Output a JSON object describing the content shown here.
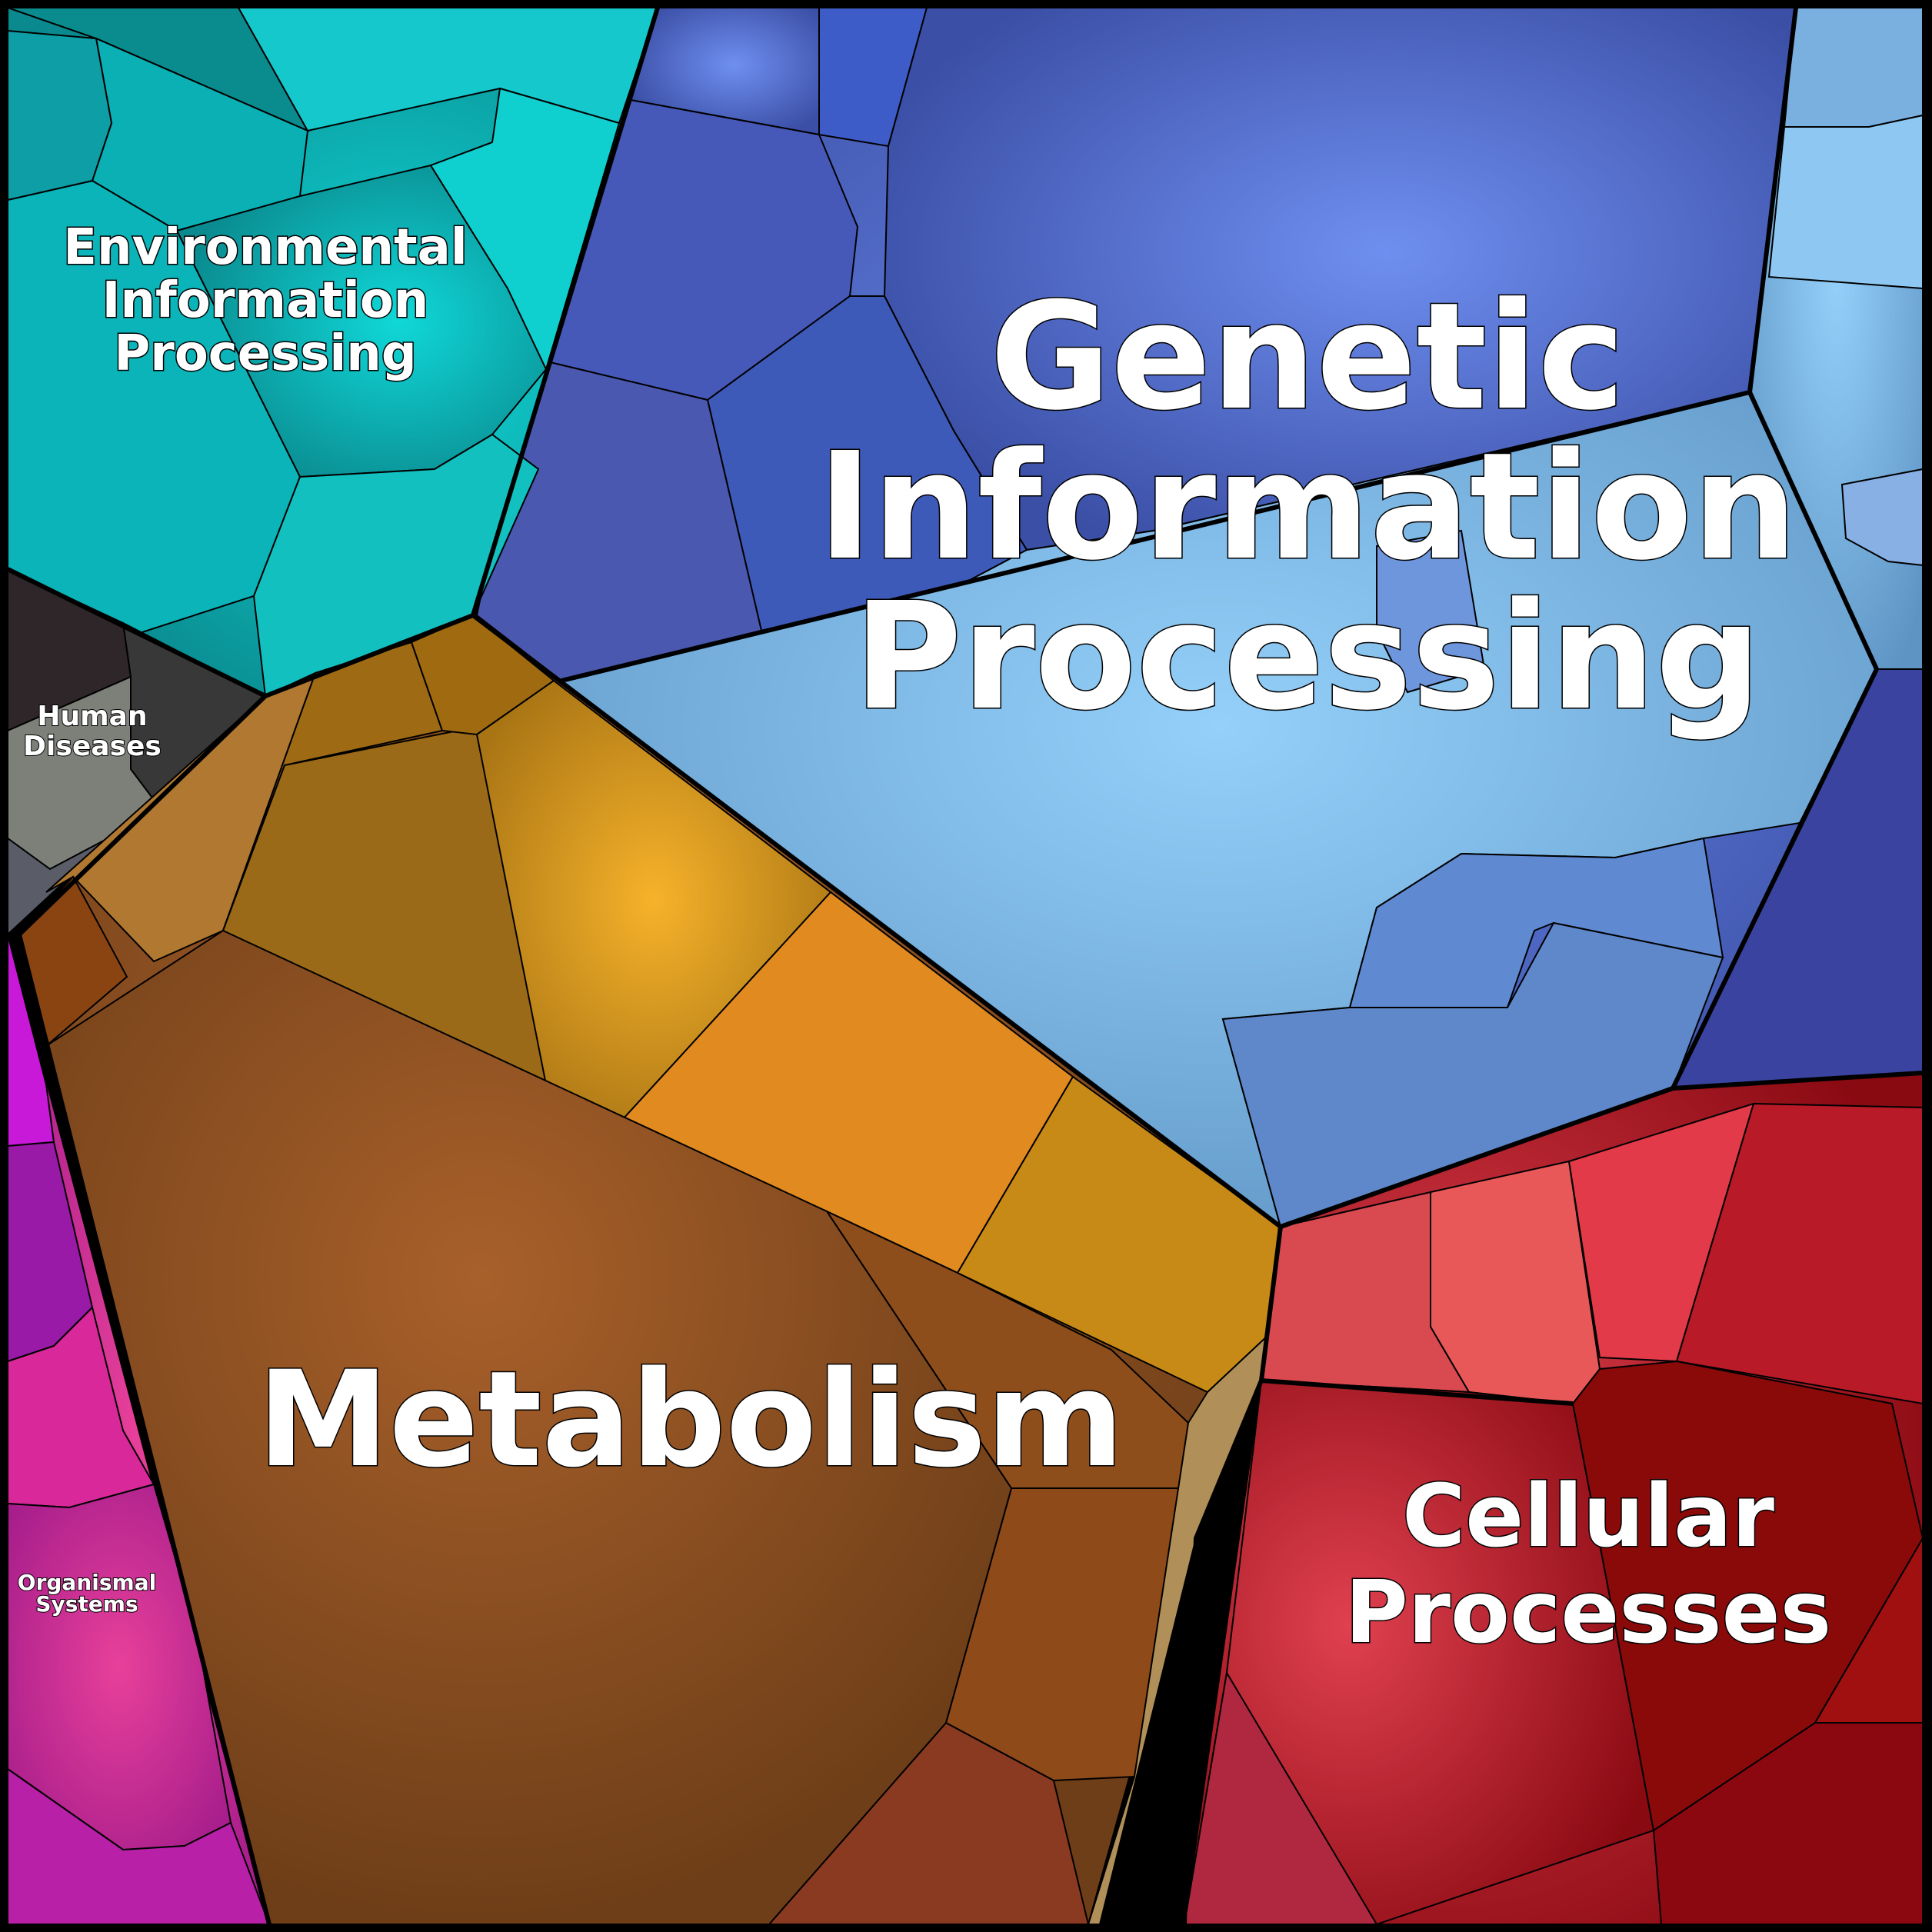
{
  "diagram": {
    "type": "voronoi-treemap",
    "regions": [
      {
        "key": "genetic",
        "label_lines": [
          "Genetic",
          "Information",
          "Processing"
        ],
        "color_light": "#6f8ff0",
        "color_dark": "#3b4fa6"
      },
      {
        "key": "metabolism",
        "label_lines": [
          "Metabolism"
        ],
        "color_light": "#a8602a",
        "color_dark": "#6e3e18"
      },
      {
        "key": "cellular",
        "label_lines": [
          "Cellular",
          "Processes"
        ],
        "color_light": "#e0404f",
        "color_dark": "#8a0a12"
      },
      {
        "key": "environmental",
        "label_lines": [
          "Environmental",
          "Information",
          "Processing"
        ],
        "color_light": "#10d8d8",
        "color_dark": "#0a8a8f"
      },
      {
        "key": "human",
        "label_lines": [
          "Human",
          "Diseases"
        ],
        "color_light": "#7a7f7a",
        "color_dark": "#2f2a2c"
      },
      {
        "key": "organismal",
        "label_lines": [
          "Organismal",
          "Systems"
        ],
        "color_light": "#e8409a",
        "color_dark": "#a01a8a"
      }
    ],
    "accents": {
      "gold": "#e8a020",
      "tan": "#b08850",
      "lightblue": "#80c0ee",
      "navy": "#3840a8",
      "magenta": "#d010d8"
    }
  }
}
